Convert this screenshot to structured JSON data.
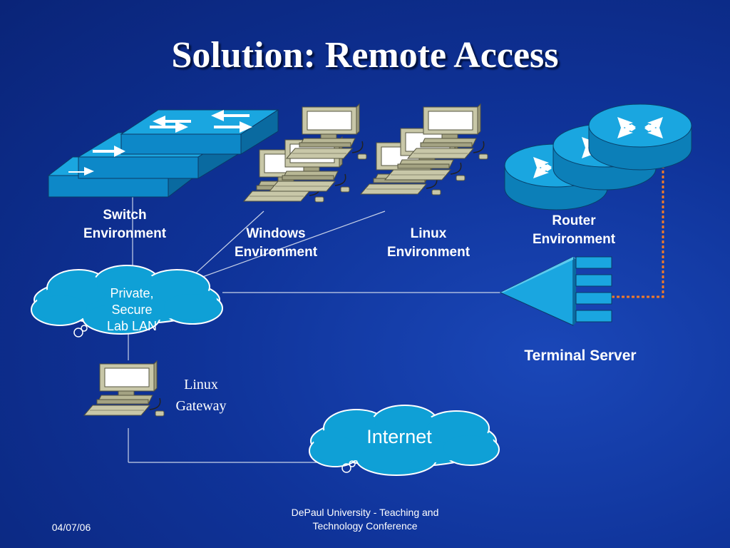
{
  "slide": {
    "title": "Solution: Remote Access"
  },
  "labels": {
    "switch": [
      "Switch",
      "Environment"
    ],
    "windows": [
      "Windows",
      "Environment"
    ],
    "linux": [
      "Linux",
      "Environment"
    ],
    "router": [
      "Router",
      "Environment"
    ],
    "lan": [
      "Private,",
      "Secure",
      "Lab LAN"
    ],
    "gateway": [
      "Linux",
      "Gateway"
    ],
    "internet": "Internet",
    "terminal_server": "Terminal Server"
  },
  "footer": {
    "date": "04/07/06",
    "conference": [
      "DePaul University - Teaching and",
      "Technology Conference"
    ]
  },
  "colors": {
    "background": "#0f3399",
    "device_cyan": "#1aa6e0",
    "cloud": "#0fa0d6",
    "computer_beige": "#c8c7a8",
    "serial_link": "#f07a28",
    "connector_line": "#c8d2e8"
  },
  "icons": [
    "network-switch-icon",
    "desktop-computer-icon",
    "router-icon",
    "terminal-server-icon",
    "cloud-icon"
  ]
}
